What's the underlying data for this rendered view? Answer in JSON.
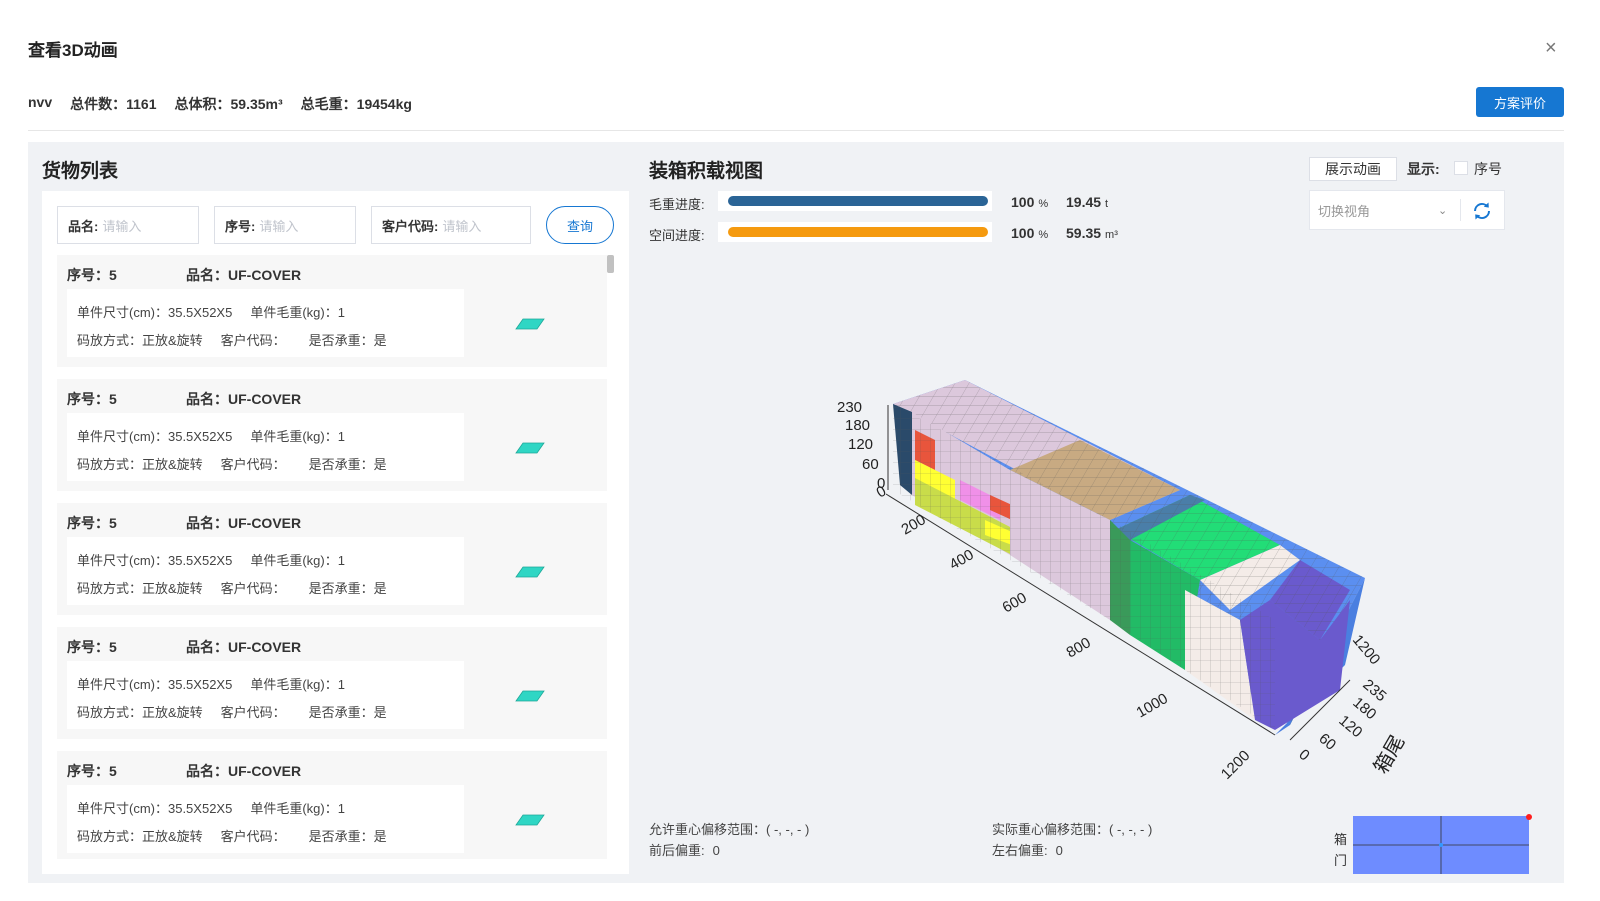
{
  "dialog": {
    "title": "查看3D动画",
    "close_glyph": "×"
  },
  "summary": {
    "name": "nvv",
    "total_pieces": "总件数：1161",
    "total_volume": "总体积：59.35m³",
    "total_weight": "总毛重：19454kg"
  },
  "eval_button": "方案评价",
  "cargo_list": {
    "title": "货物列表",
    "search": {
      "name_label": "品名:",
      "name_placeholder": "请输入",
      "seq_label": "序号:",
      "seq_placeholder": "请输入",
      "customer_label": "客户代码:",
      "customer_placeholder": "请输入",
      "query_label": "查询"
    },
    "items": [
      {
        "seq": "序号：5",
        "name": "品名：UF-COVER",
        "size": "单件尺寸(cm)：35.5X52X5",
        "weight": "单件毛重(kg)：1",
        "stacking": "码放方式：正放&旋转",
        "customer": "客户代码：",
        "load_bearing": "是否承重：是"
      },
      {
        "seq": "序号：5",
        "name": "品名：UF-COVER",
        "size": "单件尺寸(cm)：35.5X52X5",
        "weight": "单件毛重(kg)：1",
        "stacking": "码放方式：正放&旋转",
        "customer": "客户代码：",
        "load_bearing": "是否承重：是"
      },
      {
        "seq": "序号：5",
        "name": "品名：UF-COVER",
        "size": "单件尺寸(cm)：35.5X52X5",
        "weight": "单件毛重(kg)：1",
        "stacking": "码放方式：正放&旋转",
        "customer": "客户代码：",
        "load_bearing": "是否承重：是"
      },
      {
        "seq": "序号：5",
        "name": "品名：UF-COVER",
        "size": "单件尺寸(cm)：35.5X52X5",
        "weight": "单件毛重(kg)：1",
        "stacking": "码放方式：正放&旋转",
        "customer": "客户代码：",
        "load_bearing": "是否承重：是"
      },
      {
        "seq": "序号：5",
        "name": "品名：UF-COVER",
        "size": "单件尺寸(cm)：35.5X52X5",
        "weight": "单件毛重(kg)：1",
        "stacking": "码放方式：正放&旋转",
        "customer": "客户代码：",
        "load_bearing": "是否承重：是"
      }
    ],
    "item_shape_color": "#2fd6c4"
  },
  "load_view": {
    "title": "装箱积载视图",
    "weight_progress": {
      "label": "毛重进度:",
      "percent": 100,
      "percent_unit": "%",
      "value": "19.45",
      "unit": "t",
      "color": "#2a6496"
    },
    "space_progress": {
      "label": "空间进度:",
      "percent": 100,
      "percent_unit": "%",
      "value": "59.35",
      "unit": "m³",
      "color": "#f59a0f"
    },
    "show_animation_button": "展示动画",
    "display_label": "显示:",
    "seq_checkbox_label": "序号",
    "seq_checkbox_checked": false,
    "switch_view_placeholder": "切换视角",
    "axis_labels": {
      "height_ticks": [
        "230",
        "180",
        "120",
        "60",
        "0"
      ],
      "length_ticks": [
        "0",
        "200",
        "400",
        "600",
        "800",
        "1000",
        "1200"
      ],
      "width_ticks": [
        "235",
        "180",
        "120",
        "60",
        "0"
      ],
      "end_tick": "1200",
      "rear_label": "箱尾"
    },
    "cargo_colors": [
      "#4a7ea8",
      "#c9dc4a",
      "#e8553c",
      "#ffff33",
      "#f090e8",
      "#dcc8dc",
      "#c8aa82",
      "#3a9a5a",
      "#22dd77",
      "#f4ece8",
      "#6a5acd"
    ],
    "container_color": "#5b8ff0",
    "cog_allowed": "允许重心偏移范围：( -, -, - )",
    "cog_actual": "实际重心偏移范围：( -, -, - )",
    "front_back_offset_label": "前后偏重:",
    "front_back_offset": "0",
    "left_right_offset_label": "左右偏重:",
    "left_right_offset": "0",
    "mini_map": {
      "door_label_1": "箱",
      "door_label_2": "门",
      "color": "#6e8cff",
      "marker_color": "#ff1e1e"
    }
  }
}
